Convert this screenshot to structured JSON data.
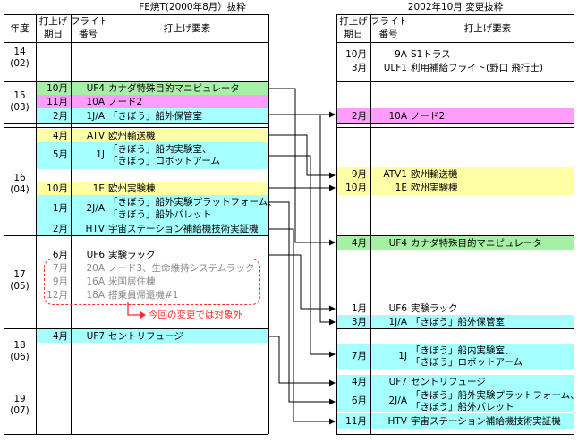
{
  "colors": {
    "green": "#a6f0a6",
    "magenta": "#ff9dff",
    "cyan": "#a6ffff",
    "yellow": "#ffffa6",
    "red": "#ff2a2a",
    "gray": "#8a8a8a"
  },
  "left_title": "FE焼T(2000年8月）抜粋",
  "right_title": "2002年10月 変更抜粋",
  "left_headers": {
    "year": "年度",
    "period_1": "打上げ",
    "period_2": "期日",
    "flight_1": "フライト",
    "flight_2": "番号",
    "element": "打上げ要素"
  },
  "right_headers": {
    "period_1": "打上げ",
    "period_2": "期日",
    "flight_1": "フライト",
    "flight_2": "番号",
    "element": "打上げ要素"
  },
  "years": [
    {
      "id": "y14",
      "line1": "14",
      "line2": "(02)"
    },
    {
      "id": "y15",
      "line1": "15",
      "line2": "(03)"
    },
    {
      "id": "y16",
      "line1": "16",
      "line2": "(04)"
    },
    {
      "id": "y17",
      "line1": "17",
      "line2": "(05)"
    },
    {
      "id": "y18",
      "line1": "18",
      "line2": "(06)"
    },
    {
      "id": "y19",
      "line1": "19",
      "line2": "(07)"
    }
  ],
  "left_rows": [
    {
      "month": "10月",
      "flight": "UF4",
      "element": "カナダ特殊目的マニピュレータ"
    },
    {
      "month": "11月",
      "flight": "10A",
      "element": "ノード2"
    },
    {
      "month": "2月",
      "flight": "1J/A",
      "element": "「きぼう」船外保管室"
    },
    {
      "month": "4月",
      "flight": "ATV",
      "element": "欧州輸送機"
    },
    {
      "month": "5月",
      "flight": "1J",
      "element_1": "「きぼう」船内実験室、",
      "element_2": "「きぼう」ロボットアーム"
    },
    {
      "month": "10月",
      "flight": "1E",
      "element": "欧州実験棟"
    },
    {
      "month": "1月",
      "flight": "2J/A",
      "element_1": "「きぼう」船外実験プラットフォーム、",
      "element_2": "「きぼう」船外パレット"
    },
    {
      "month": "2月",
      "flight": "HTV",
      "element": "宇宙ステーション補給機技術実証機"
    },
    {
      "month": "6月",
      "flight": "UF6",
      "element": "実験ラック"
    },
    {
      "month": "7月",
      "flight": "20A",
      "element": "ノード3、生命維持システムラック"
    },
    {
      "month": "9月",
      "flight": "16A",
      "element": "米国居住棟"
    },
    {
      "month": "12月",
      "flight": "18A",
      "element": "搭乗員帰還機#1"
    },
    {
      "month": "4月",
      "flight": "UF7",
      "element": "セントリフュージ"
    }
  ],
  "note": "今回の変更では対象外",
  "right_rows": [
    {
      "month": "10月",
      "flight": "9A",
      "element": "S1トラス"
    },
    {
      "month": "3月",
      "flight": "ULF1",
      "element": "利用補給フライト(野口 飛行士)"
    },
    {
      "month": "2月",
      "flight": "10A",
      "element": "ノード2"
    },
    {
      "month": "9月",
      "flight": "ATV1",
      "element": "欧州輸送機"
    },
    {
      "month": "10月",
      "flight": "1E",
      "element": "欧州実験棟"
    },
    {
      "month": "4月",
      "flight": "UF4",
      "element": "カナダ特殊目的マニピュレータ"
    },
    {
      "month": "1月",
      "flight": "UF6",
      "element": "実験ラック"
    },
    {
      "month": "3月",
      "flight": "1J/A",
      "element": "「きぼう」船外保管室"
    },
    {
      "month": "7月",
      "flight": "1J",
      "element_1": "「きぼう」船内実験室、",
      "element_2": "「きぼう」ロボットアーム"
    },
    {
      "month": "4月",
      "flight": "UF7",
      "element": "セントリフュージ"
    },
    {
      "month": "6月",
      "flight": "2J/A",
      "element_1": "「きぼう」船外実験プラットフォーム、",
      "element_2": "「きぼう」船外パレット"
    },
    {
      "month": "11月",
      "flight": "HTV",
      "element": "宇宙ステーション補給機技術実証機"
    }
  ]
}
